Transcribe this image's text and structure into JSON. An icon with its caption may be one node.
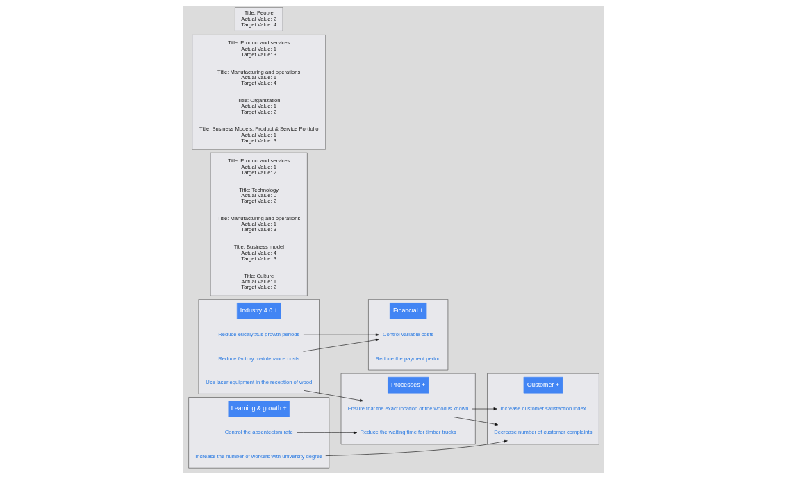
{
  "diagram": {
    "nodes": [
      {
        "text": [],
        "shape": "box"
      },
      {
        "text": [
          "Industry 4.0 +"
        ],
        "in": 0
      },
      {
        "text": [
          "Use laser equipment in the reception of wood"
        ],
        "in": 0
      },
      {
        "text": [
          "Reduce eucalyptus growth periods"
        ],
        "in": 0
      },
      {
        "text": [
          "Reduce factory maintenance costs"
        ],
        "in": 0
      },
      {
        "text": [],
        "shape": "box"
      },
      {
        "text": [
          "Title: Product and services",
          "Actual Value: 1",
          "Target Value: 2"
        ],
        "in": 5
      },
      {
        "text": [
          "Title: Technology",
          "Actual Value: 0",
          "Target Value: 2"
        ],
        "in": 5
      },
      {
        "text": [
          "Title: Manufacturing and operations",
          "Actual Value: 1",
          "Target Value: 3"
        ],
        "in": 5
      },
      {
        "text": [
          "Title: Business model",
          "Actual Value: 4",
          "Target Value: 3"
        ],
        "in": 5
      },
      {
        "text": [
          "Title: Culture",
          "Actual Value: 1",
          "Target Value: 2"
        ],
        "in": 5
      },
      {
        "text": [],
        "shape": "box"
      },
      {
        "text": [
          "Financial +"
        ],
        "in": 11
      },
      {
        "text": [
          "Control variable costs"
        ],
        "in": 11
      },
      {
        "text": [
          "Reduce the payment period"
        ],
        "in": 11
      },
      {
        "text": [],
        "shape": "box"
      },
      {
        "text": [
          "Customer +"
        ],
        "in": 15
      },
      {
        "text": [
          "Decrease number of customer complaints"
        ],
        "in": 15
      },
      {
        "text": [
          "Increase customer satisfaction index"
        ],
        "in": 15
      },
      {
        "text": [],
        "shape": "box"
      },
      {
        "text": [
          "Processes +"
        ],
        "in": 19
      },
      {
        "text": [
          "Ensure that the exact location of the wood is known"
        ],
        "in": 19
      },
      {
        "text": [
          "Reduce the waiting time for timber trucks"
        ],
        "in": 19
      },
      {
        "text": [],
        "shape": "box"
      },
      {
        "text": [
          "Title: Product and services",
          "Actual Value: 1",
          "Target Value: 3"
        ],
        "in": 23
      },
      {
        "text": [
          "Title: Manufacturing and operations",
          "Actual Value: 1",
          "Target Value: 4"
        ],
        "in": 23
      },
      {
        "text": [
          "Title: Organization",
          "Actual Value: 1",
          "Target Value: 2"
        ],
        "in": 23
      },
      {
        "text": [
          "Title: Business Models, Product & Service Portfolio",
          "Actual Value: 1",
          "Target Value: 3"
        ],
        "in": 23
      },
      {
        "text": [],
        "shape": "box"
      },
      {
        "text": [
          "Learning & growth +"
        ],
        "in": 28
      },
      {
        "text": [
          "Control the absenteeism rate"
        ],
        "in": 28
      },
      {
        "text": [
          "Increase the number of workers with university degree"
        ],
        "in": 28
      },
      {
        "text": [
          "Title: People",
          "Actual Value: 2",
          "Target Value: 4"
        ]
      }
    ],
    "edges": [
      {
        "from": 2,
        "to": 21,
        "arrow": "to"
      },
      {
        "from": 3,
        "to": 13,
        "arrow": "to"
      },
      {
        "from": 4,
        "to": 13,
        "arrow": "to"
      },
      {
        "from": 21,
        "to": 17,
        "arrow": "to"
      },
      {
        "from": 21,
        "to": 18,
        "arrow": "to"
      },
      {
        "from": 30,
        "to": 22,
        "arrow": "to"
      },
      {
        "from": 31,
        "to": 17,
        "arrow": "to"
      }
    ]
  }
}
